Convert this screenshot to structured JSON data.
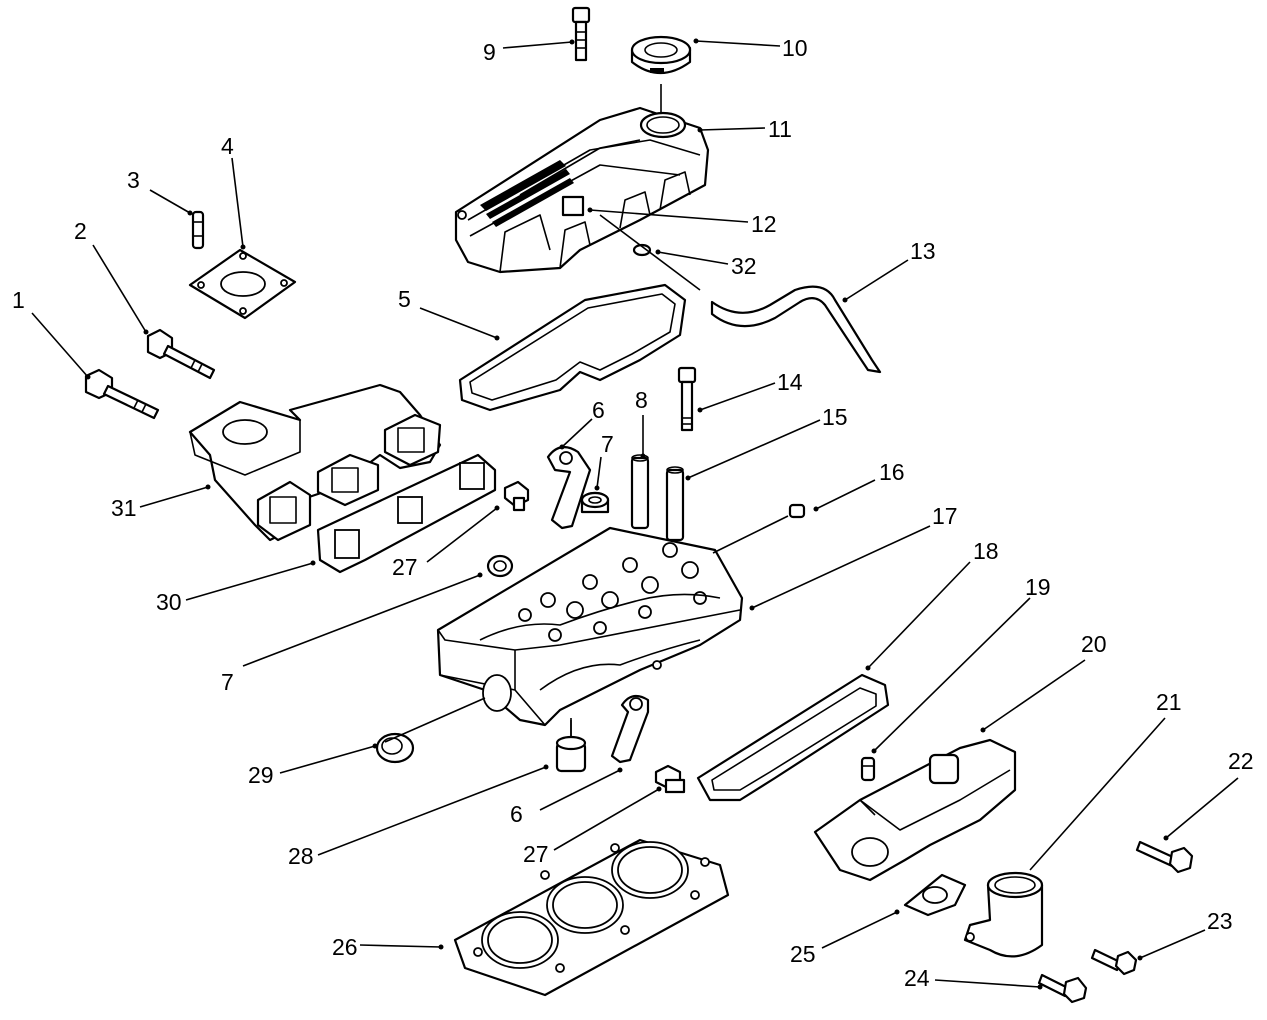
{
  "diagram": {
    "callouts": [
      {
        "id": "c1",
        "label": "1"
      },
      {
        "id": "c2",
        "label": "2"
      },
      {
        "id": "c3",
        "label": "3"
      },
      {
        "id": "c4",
        "label": "4"
      },
      {
        "id": "c5",
        "label": "5"
      },
      {
        "id": "c6a",
        "label": "6"
      },
      {
        "id": "c6b",
        "label": "6"
      },
      {
        "id": "c7a",
        "label": "7"
      },
      {
        "id": "c7b",
        "label": "7"
      },
      {
        "id": "c8",
        "label": "8"
      },
      {
        "id": "c9",
        "label": "9"
      },
      {
        "id": "c10",
        "label": "10"
      },
      {
        "id": "c11",
        "label": "11"
      },
      {
        "id": "c12",
        "label": "12"
      },
      {
        "id": "c13",
        "label": "13"
      },
      {
        "id": "c14",
        "label": "14"
      },
      {
        "id": "c15",
        "label": "15"
      },
      {
        "id": "c16",
        "label": "16"
      },
      {
        "id": "c17",
        "label": "17"
      },
      {
        "id": "c18",
        "label": "18"
      },
      {
        "id": "c19",
        "label": "19"
      },
      {
        "id": "c20",
        "label": "20"
      },
      {
        "id": "c21",
        "label": "21"
      },
      {
        "id": "c22",
        "label": "22"
      },
      {
        "id": "c23",
        "label": "23"
      },
      {
        "id": "c24",
        "label": "24"
      },
      {
        "id": "c25",
        "label": "25"
      },
      {
        "id": "c26",
        "label": "26"
      },
      {
        "id": "c27a",
        "label": "27"
      },
      {
        "id": "c27b",
        "label": "27"
      },
      {
        "id": "c28",
        "label": "28"
      },
      {
        "id": "c29",
        "label": "29"
      },
      {
        "id": "c30",
        "label": "30"
      },
      {
        "id": "c31",
        "label": "31"
      },
      {
        "id": "c32",
        "label": "32"
      }
    ]
  }
}
